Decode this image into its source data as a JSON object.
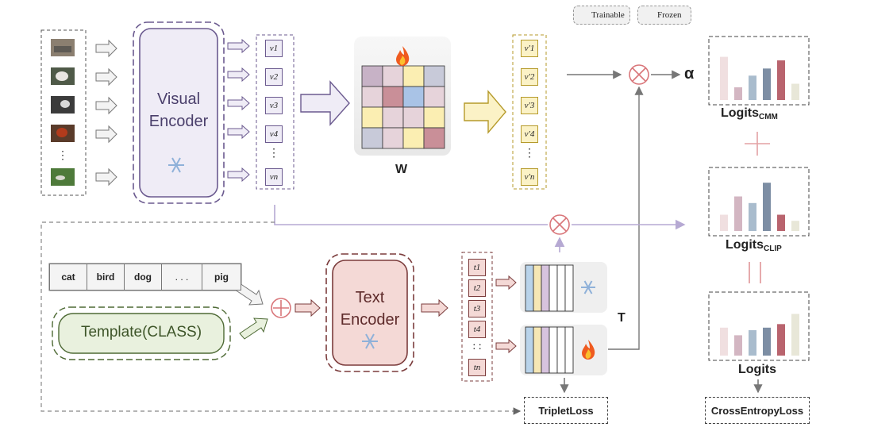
{
  "legend": {
    "trainable": "Trainable",
    "frozen": "Frozen"
  },
  "visual_encoder": {
    "line1": "Visual",
    "line2": "Encoder"
  },
  "text_encoder": {
    "line1": "Text",
    "line2": "Encoder"
  },
  "visual_features": [
    "v1",
    "v2",
    "v3",
    "v4",
    "⋮",
    "vn"
  ],
  "adapted_features": [
    "v'1",
    "v'2",
    "v'3",
    "v'4",
    "⋮",
    "v'n"
  ],
  "text_features": [
    "t1",
    "t2",
    "t3",
    "t4",
    ": :",
    "tn"
  ],
  "matrix_label": "W",
  "matrix_colors": [
    [
      "#c7b2c6",
      "#e6d3da",
      "#fbeeb2",
      "#c8cad9"
    ],
    [
      "#e6d3da",
      "#c98f98",
      "#a9c3e6",
      "#e6d3da"
    ],
    [
      "#fbeeb2",
      "#e6d3da",
      "#e6d3da",
      "#fbeeb2"
    ],
    [
      "#c8cad9",
      "#e6d3da",
      "#fbeeb2",
      "#c98f98"
    ]
  ],
  "classes": [
    "cat",
    "bird",
    "dog",
    ". . .",
    "pig"
  ],
  "template": "Template(CLASS)",
  "alpha": "α",
  "T": "T",
  "logits_cmm": {
    "main": "Logits",
    "sub": "CMM"
  },
  "logits_clip": {
    "main": "Logits",
    "sub": "CLIP"
  },
  "logits": "Logits",
  "plus_sign": "+",
  "equals_sign": "||",
  "triplet_loss": "TripletLoss",
  "ce_loss": "CrossEntropyLoss",
  "image_items": [
    "image-cat",
    "image-bird",
    "image-bird-2",
    "image-rooster",
    "⋮",
    "image-bird-grass"
  ],
  "colors": {
    "purple": "#6b5a8f",
    "purple_fill": "#efecf6",
    "brown": "#7b3c3c",
    "brown_fill": "#f4d9d6",
    "green": "#4e6a35",
    "green_fill": "#e9f1de",
    "gold": "#b59a2a",
    "gold_fill": "#fbf2c6",
    "circle": "#d9767a"
  },
  "chart_data": [
    {
      "type": "bar",
      "title": "LogitsCMM",
      "values": [
        0.85,
        0.25,
        0.48,
        0.62,
        0.78,
        0.32
      ],
      "colors": [
        "#f0dfe0",
        "#d3b6c2",
        "#a9bccd",
        "#7d8ea4",
        "#b9646e",
        "#e8e7d8"
      ]
    },
    {
      "type": "bar",
      "title": "LogitsCLIP",
      "values": [
        0.32,
        0.68,
        0.55,
        0.95,
        0.32,
        0.2
      ],
      "colors": [
        "#f0dfe0",
        "#d3b6c2",
        "#a9bccd",
        "#7d8ea4",
        "#b9646e",
        "#e8e7d8"
      ]
    },
    {
      "type": "bar",
      "title": "Logits",
      "values": [
        0.55,
        0.4,
        0.5,
        0.55,
        0.62,
        0.82
      ],
      "colors": [
        "#f0dfe0",
        "#d3b6c2",
        "#a9bccd",
        "#7d8ea4",
        "#b9646e",
        "#e8e7d8"
      ]
    }
  ]
}
